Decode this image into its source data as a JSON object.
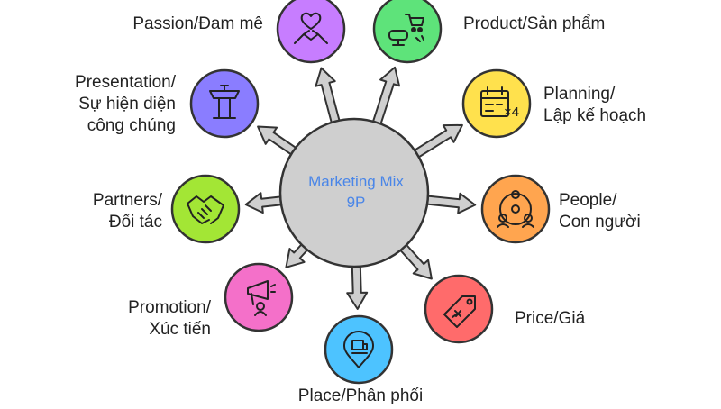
{
  "center": {
    "line1": "Marketing Mix",
    "line2": "9P"
  },
  "items": [
    {
      "key": "passion",
      "label": "Passion/Đam mê",
      "icon": "handshake-heart-icon",
      "color": "#c77dff"
    },
    {
      "key": "product",
      "label": "Product/Sản phẩm",
      "icon": "shopping-cart-icon",
      "color": "#5ee37a"
    },
    {
      "key": "planning",
      "label": "Planning/\nLập kế hoạch",
      "icon": "calendar-icon",
      "color": "#ffe14d"
    },
    {
      "key": "people",
      "label": "People/\nCon người",
      "icon": "people-network-icon",
      "color": "#ffa54f"
    },
    {
      "key": "price",
      "label": "Price/Giá",
      "icon": "price-tag-icon",
      "color": "#ff6b6b"
    },
    {
      "key": "place",
      "label": "Place/Phân phối",
      "icon": "location-pin-icon",
      "color": "#4dc3ff"
    },
    {
      "key": "promotion",
      "label": "Promotion/\nXúc tiến",
      "icon": "megaphone-icon",
      "color": "#f470c9"
    },
    {
      "key": "partners",
      "label": "Partners/\nĐối tác",
      "icon": "handshake-icon",
      "color": "#a3e635"
    },
    {
      "key": "presentation",
      "label": "Presentation/\nSự hiện diện\ncông chúng",
      "icon": "podium-icon",
      "color": "#8a7dff"
    }
  ]
}
